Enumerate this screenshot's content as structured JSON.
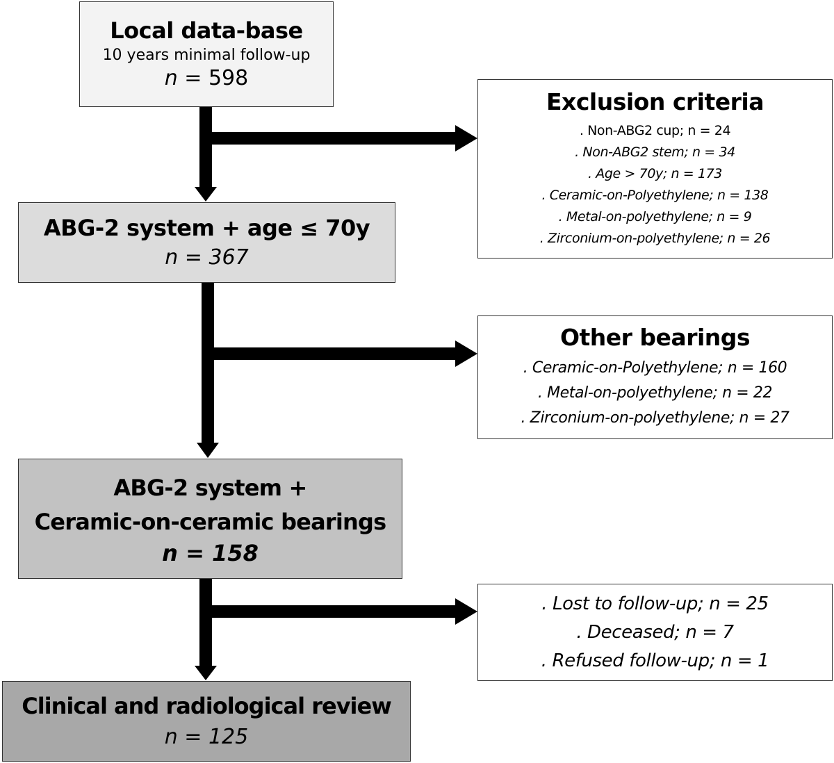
{
  "colors": {
    "local_fill": "#f3f3f3",
    "abg_fill": "#dcdcdc",
    "ceramic_fill": "#c2c2c2",
    "review_fill": "#a8a8a8",
    "side_fill": "#ffffff",
    "border": "#333333",
    "arrow": "#000000"
  },
  "local": {
    "title": "Local data-base",
    "subtitle": "10 years minimal follow-up",
    "n_label": "n",
    "n_value": " = 598"
  },
  "abg": {
    "title": "ABG-2 system + age ≤ 70y",
    "n": "n = 367"
  },
  "ceramic": {
    "title_line1": "ABG-2 system +",
    "title_line2": "Ceramic-on-ceramic bearings",
    "n": "n = 158"
  },
  "review": {
    "title": "Clinical and radiological review",
    "n": "n = 125"
  },
  "exclusion": {
    "title": "Exclusion criteria",
    "items": [
      ". Non-ABG2 cup; n = 24",
      ". Non-ABG2 stem; n = 34",
      ". Age > 70y; n = 173",
      ". Ceramic-on-Polyethylene; n = 138",
      ". Metal-on-polyethylene; n = 9",
      ". Zirconium-on-polyethylene; n = 26"
    ]
  },
  "other": {
    "title": "Other bearings",
    "items": [
      ". Ceramic-on-Polyethylene; n = 160",
      ". Metal-on-polyethylene; n = 22",
      ". Zirconium-on-polyethylene; n = 27"
    ]
  },
  "lost": {
    "items": [
      ". Lost to follow-up; n = 25",
      ". Deceased; n = 7",
      ". Refused follow-up; n = 1"
    ]
  }
}
